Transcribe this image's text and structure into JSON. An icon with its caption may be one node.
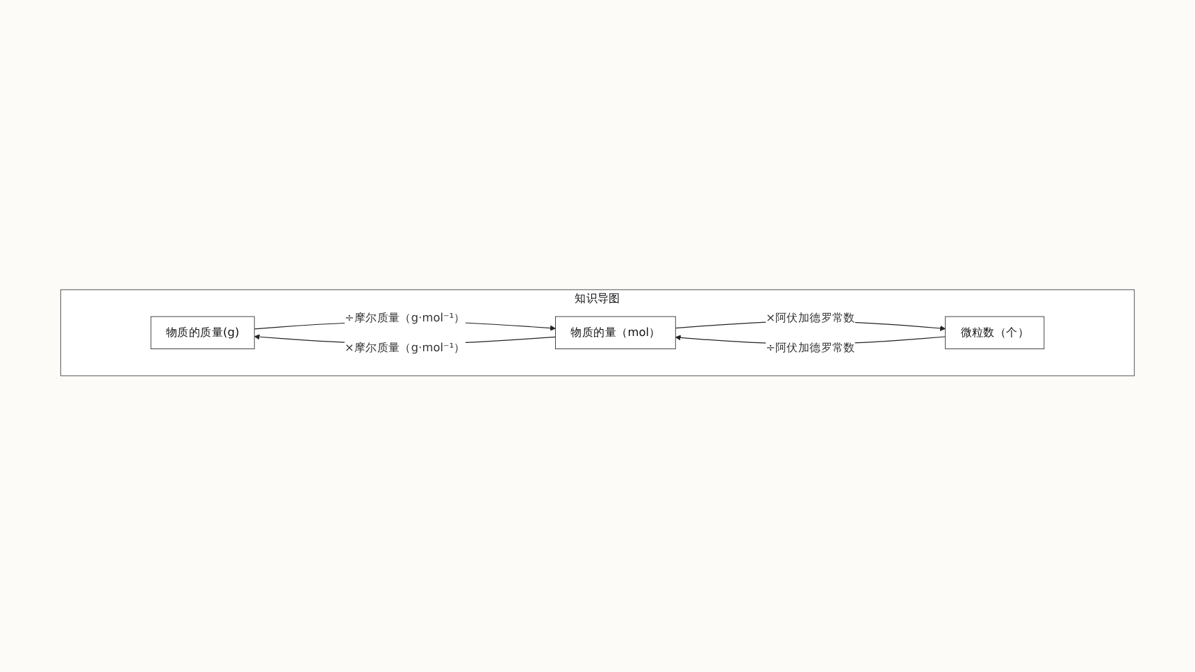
{
  "diagram": {
    "nodes": [
      {
        "text": [
          "知识导图"
        ]
      },
      {
        "text": [
          "物质的质量(g)"
        ],
        "in": 0
      },
      {
        "text": [
          "物质的量（mol）"
        ],
        "in": 0
      },
      {
        "text": [
          "微粒数（个）"
        ],
        "in": 0
      }
    ],
    "edges": [
      {
        "from": 1,
        "to": 2,
        "arrow": "to",
        "label": "÷摩尔质量（g·mol⁻¹）"
      },
      {
        "from": 2,
        "to": 1,
        "arrow": "to",
        "label": "×摩尔质量（g·mol⁻¹）"
      },
      {
        "from": 2,
        "to": 3,
        "arrow": "to",
        "label": "×阿伏加德罗常数"
      },
      {
        "from": 3,
        "to": 2,
        "arrow": "to",
        "label": "÷阿伏加德罗常数"
      }
    ]
  }
}
